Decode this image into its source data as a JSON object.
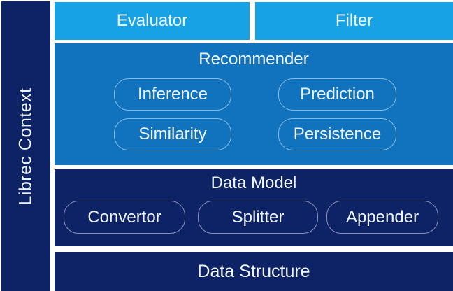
{
  "diagram": {
    "context": {
      "label": "Librec Context"
    },
    "top_blocks": {
      "evaluator": {
        "label": "Evaluator"
      },
      "filter": {
        "label": "Filter"
      }
    },
    "recommender": {
      "title": "Recommender",
      "components": [
        {
          "label": "Inference"
        },
        {
          "label": "Prediction"
        },
        {
          "label": "Similarity"
        },
        {
          "label": "Persistence"
        }
      ]
    },
    "data_model": {
      "title": "Data Model",
      "components": [
        {
          "label": "Convertor"
        },
        {
          "label": "Splitter"
        },
        {
          "label": "Appender"
        }
      ]
    },
    "data_structure": {
      "title": "Data Structure"
    }
  },
  "colors": {
    "light_blue": "#18a2e6",
    "medium_blue": "#1173bd",
    "navy": "#0e2266",
    "text": "#f0f6fc",
    "pill_border": "rgba(255,255,255,0.5)",
    "background": "#ffffff"
  }
}
